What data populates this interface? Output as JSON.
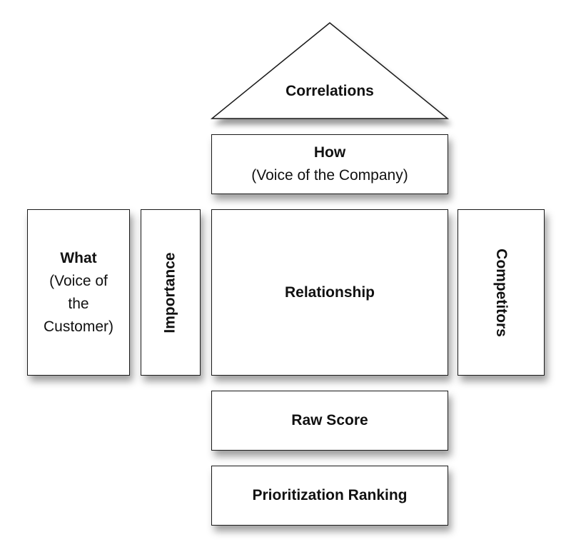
{
  "roof": {
    "label": "Correlations"
  },
  "how": {
    "title": "How",
    "subtitle": "(Voice of the Company)"
  },
  "what": {
    "title": "What",
    "subtitle_lines": [
      "(Voice of",
      "the",
      "Customer)"
    ]
  },
  "importance": {
    "label": "Importance"
  },
  "relationship": {
    "label": "Relationship"
  },
  "competitors": {
    "label": "Competitors"
  },
  "raw_score": {
    "label": "Raw Score"
  },
  "prioritization": {
    "label": "Prioritization Ranking"
  }
}
